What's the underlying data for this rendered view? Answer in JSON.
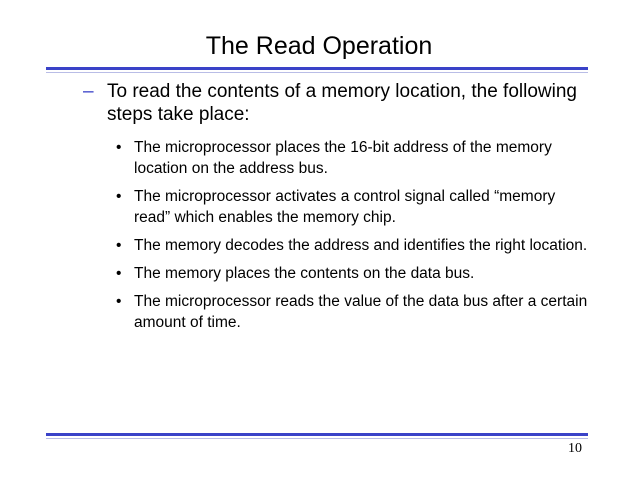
{
  "slide": {
    "title": "The Read Operation",
    "main_point": {
      "marker": "–",
      "text": "To read the contents of a memory location, the following steps take place:"
    },
    "steps": [
      "The microprocessor places the 16-bit address of the memory location on the address bus.",
      "The microprocessor activates a control signal called “memory read” which enables the memory chip.",
      "The memory decodes the address and identifies the right location.",
      "The memory places the contents on the data bus.",
      "The microprocessor reads the value of the data bus after a certain amount of time."
    ],
    "bullet_glyph": "•",
    "page_number": "10"
  },
  "colors": {
    "accent": "#3a42c8",
    "accent_light": "#b9bde6",
    "text": "#000000",
    "background": "#ffffff"
  }
}
